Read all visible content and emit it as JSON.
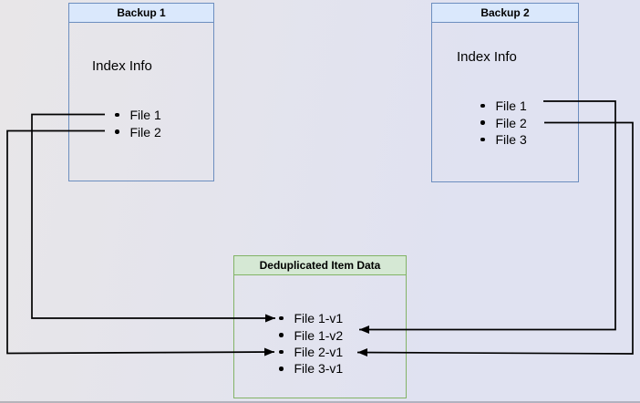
{
  "background": {
    "gradient_left": "#e8e6e8",
    "gradient_right": "#e0e2f1"
  },
  "connector_color": "#000000",
  "boxes": {
    "backup1": {
      "title": "Backup 1",
      "subtitle": "Index Info",
      "items": [
        "File 1",
        "File 2"
      ],
      "border_color": "#6c8ebf",
      "title_fill": "#dae8fc"
    },
    "backup2": {
      "title": "Backup 2",
      "subtitle": "Index Info",
      "items": [
        "File 1",
        "File 2",
        "File 3"
      ],
      "border_color": "#6c8ebf",
      "title_fill": "#dae8fc"
    },
    "dedup": {
      "title": "Deduplicated Item Data",
      "items": [
        "File 1-v1",
        "File 1-v2",
        "File 2-v1",
        "File 3-v1"
      ],
      "border_color": "#82b366",
      "title_fill": "#d5e8d4"
    }
  },
  "connections": [
    {
      "from": "Backup 1 / File 1",
      "to": "File 1-v1"
    },
    {
      "from": "Backup 1 / File 2",
      "to": "File 2-v1"
    },
    {
      "from": "Backup 2 / File 1",
      "to": "File 1-v2"
    },
    {
      "from": "Backup 2 / File 2",
      "to": "File 2-v1"
    }
  ]
}
